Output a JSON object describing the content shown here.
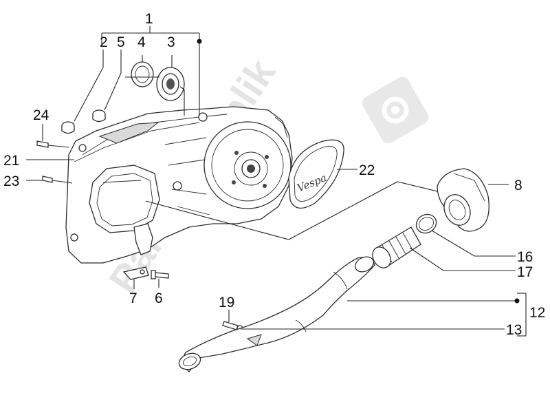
{
  "watermark": {
    "text": "PartsRepublik",
    "icon": "gear-icon"
  },
  "logo": {
    "text": "Vespa"
  },
  "labels": {
    "l1": "1",
    "l2": "2",
    "l3": "3",
    "l4": "4",
    "l5": "5",
    "l6": "6",
    "l7": "7",
    "l8": "8",
    "l12": "12",
    "l13": "13",
    "l16": "16",
    "l17": "17",
    "l19": "19",
    "l21": "21",
    "l22": "22",
    "l23": "23",
    "l24": "24"
  }
}
